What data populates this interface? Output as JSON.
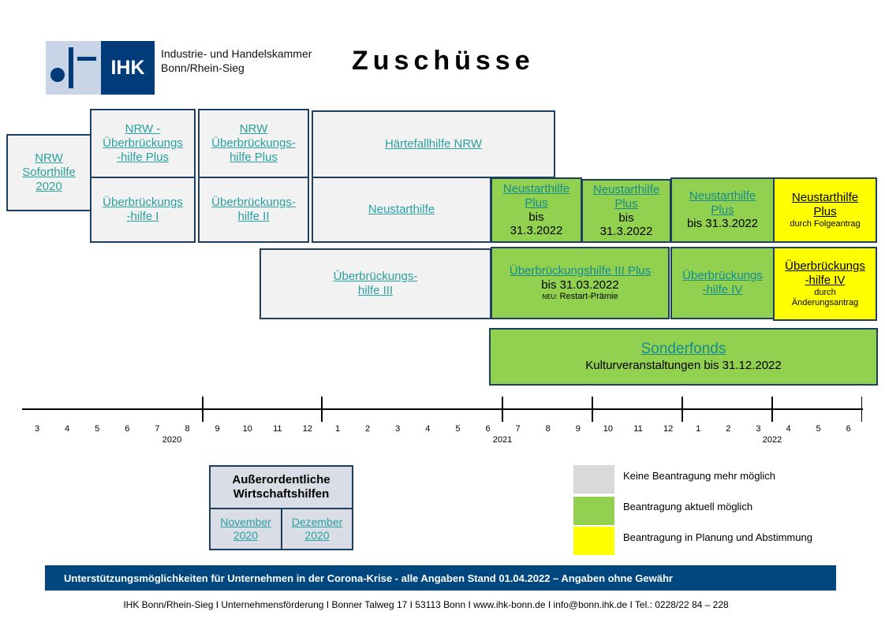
{
  "header": {
    "logo_text": "IHK",
    "org_line1": "Industrie- und Handelskammer",
    "org_line2": "Bonn/Rhein-Sieg",
    "title": "Zuschüsse"
  },
  "boxes": {
    "nrw_soforthilfe": [
      "NRW",
      "Soforthilfe",
      "2020"
    ],
    "nrw_ueb_plus_1": [
      "NRW -",
      "Überbrückungs",
      "-hilfe Plus"
    ],
    "nrw_ueb_plus_2": [
      "NRW",
      "Überbrückungs-",
      "hilfe Plus"
    ],
    "haertefallhilfe": "Härtefallhilfe NRW",
    "ueb_1": [
      "Überbrückungs",
      "-hilfe I"
    ],
    "ueb_2": [
      "Überbrückungs-",
      "hilfe II"
    ],
    "neustarthilfe": "Neustarthilfe",
    "nsh_plus_1": {
      "link": [
        "Neustarthilfe",
        "Plus"
      ],
      "text": [
        "bis",
        "31.3.2022"
      ]
    },
    "nsh_plus_2": {
      "link": [
        "Neustarthilfe",
        "Plus"
      ],
      "text": [
        "bis",
        "31.3.2022"
      ]
    },
    "nsh_plus_3": {
      "link": [
        "Neustarthilfe",
        "Plus"
      ],
      "text": "bis 31.3.2022"
    },
    "nsh_plus_4": {
      "title": [
        "Neustarthilfe",
        "Plus"
      ],
      "note": "durch Folgeantrag"
    },
    "ueb_3": [
      "Überbrückungs-",
      "hilfe III"
    ],
    "ueb_3_plus": {
      "link": "Überbrückungshilfe III Plus",
      "text": "bis 31.03.2022",
      "note_prefix": "NEU:",
      "note": "Restart-Prämie"
    },
    "ueb_4": [
      "Überbrückungs",
      "-hilfe IV"
    ],
    "ueb_4_yellow": {
      "title": [
        "Überbrückungs",
        "-hilfe IV"
      ],
      "note": [
        "durch",
        "Änderungsantrag"
      ]
    },
    "sonderfonds": {
      "link": "Sonderfonds",
      "text": "Kulturveranstaltungen  bis 31.12.2022"
    }
  },
  "timeline": {
    "months": [
      "3",
      "4",
      "5",
      "6",
      "7",
      "8",
      "9",
      "10",
      "11",
      "12",
      "1",
      "2",
      "3",
      "4",
      "5",
      "6",
      "7",
      "8",
      "9",
      "10",
      "11",
      "12",
      "1",
      "2",
      "3",
      "4",
      "5",
      "6"
    ],
    "years": [
      "2020",
      "2021",
      "2022"
    ]
  },
  "aow": {
    "title": [
      "Außerordentliche",
      "Wirtschaftshilfen"
    ],
    "november": [
      "November",
      "2020"
    ],
    "dezember": [
      "Dezember",
      "2020"
    ]
  },
  "legend": {
    "items": [
      {
        "label": "Keine Beantragung  mehr möglich",
        "color": "#d9d9d9"
      },
      {
        "label": "Beantragung  aktuell möglich",
        "color": "#92d050"
      },
      {
        "label": "Beantragung  in Planung und Abstimmung",
        "color": "#ffff00"
      }
    ]
  },
  "footer": {
    "banner": "Unterstützungsmöglichkeiten für Unternehmen in der Corona-Krise - alle Angaben Stand 01.04.2022 – Angaben ohne Gewähr",
    "contact": "IHK Bonn/Rhein-Sieg  I Unternehmensförderung  I Bonner Talweg 17 I 53113 Bonn  I www.ihk-bonn.de  I info@bonn.ihk.de  I Tel.: 0228/22 84 – 228"
  },
  "colors": {
    "gray": "#f2f2f2",
    "green": "#92d050",
    "yellow": "#ffff00",
    "navy": "#1f3f5f",
    "banner": "#00467f"
  }
}
